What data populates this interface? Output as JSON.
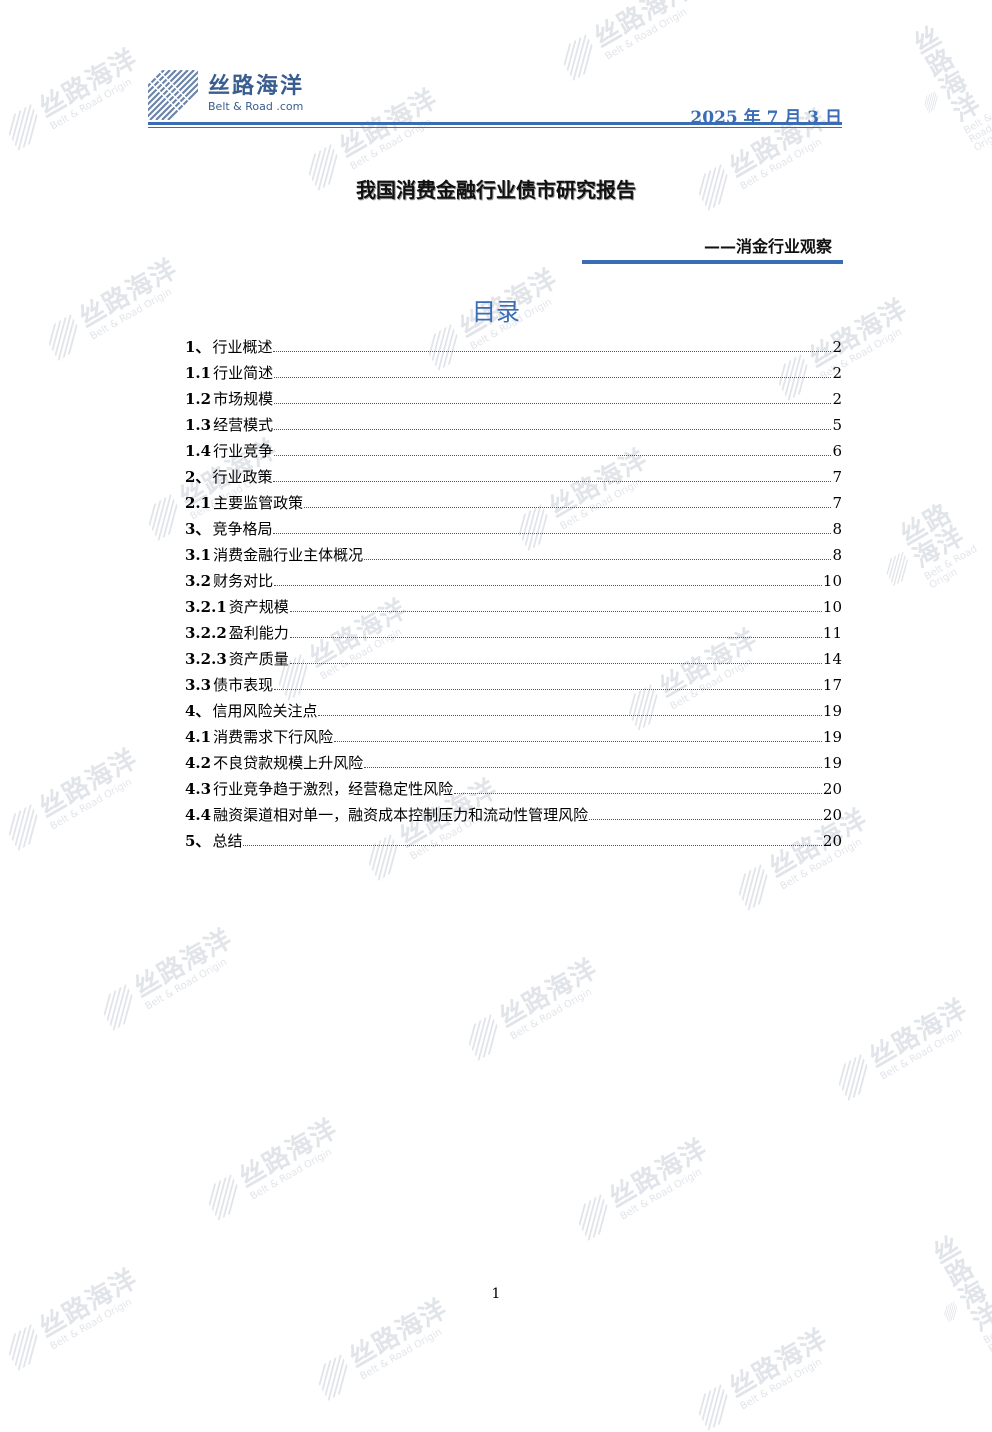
{
  "header": {
    "brand_cn": "丝路海洋",
    "brand_en": "Belt & Road .com",
    "date": "2025 年 7 月 3 日"
  },
  "document": {
    "title": "我国消费金融行业债市研究报告",
    "subtitle": "——消金行业观察"
  },
  "toc": {
    "heading": "目录",
    "entries": [
      {
        "num": "1、",
        "label": "行业概述",
        "page": "2"
      },
      {
        "num": "1.1",
        "label": "行业简述",
        "page": "2"
      },
      {
        "num": "1.2",
        "label": "市场规模",
        "page": "2"
      },
      {
        "num": "1.3",
        "label": "经营模式",
        "page": "5"
      },
      {
        "num": "1.4",
        "label": "行业竞争",
        "page": "6"
      },
      {
        "num": "2、",
        "label": "行业政策",
        "page": "7"
      },
      {
        "num": "2.1",
        "label": "主要监管政策",
        "page": "7"
      },
      {
        "num": "3、",
        "label": "竞争格局",
        "page": "8"
      },
      {
        "num": "3.1",
        "label": "消费金融行业主体概况",
        "page": "8"
      },
      {
        "num": "3.2",
        "label": "财务对比",
        "page": "10"
      },
      {
        "num": "3.2.1",
        "label": "资产规模",
        "page": "10"
      },
      {
        "num": "3.2.2",
        "label": "盈利能力",
        "page": "11"
      },
      {
        "num": "3.2.3",
        "label": "资产质量",
        "page": "14"
      },
      {
        "num": "3.3",
        "label": "债市表现",
        "page": "17"
      },
      {
        "num": "4、",
        "label": "信用风险关注点",
        "page": "19"
      },
      {
        "num": "4.1",
        "label": "消费需求下行风险",
        "page": "19"
      },
      {
        "num": "4.2",
        "label": "不良贷款规模上升风险",
        "page": "19"
      },
      {
        "num": "4.3",
        "label": "行业竞争趋于激烈，经营稳定性风险",
        "page": "20"
      },
      {
        "num": "4.4",
        "label": "融资渠道相对单一，融资成本控制压力和流动性管理风险",
        "page": "20"
      },
      {
        "num": "5、",
        "label": "总结",
        "page": "20"
      }
    ]
  },
  "watermark": {
    "text_cn": "丝路海洋",
    "text_en": "Belt & Road Origin"
  },
  "footer": {
    "page_number": "1"
  },
  "colors": {
    "accent": "#3a6db5",
    "brand": "#3a5d8f",
    "watermark": "#c9cfd8"
  }
}
